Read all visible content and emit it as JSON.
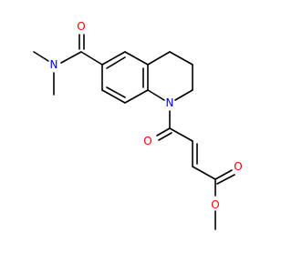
{
  "molecule": {
    "colors": {
      "bond": "#000000",
      "oxygen": "#ff0000",
      "nitrogen": "#0000ff",
      "background": "#ffffff"
    },
    "atoms": [
      {
        "id": "amide-o",
        "element": "O",
        "label": "O"
      },
      {
        "id": "amide-n",
        "element": "N",
        "label": "N"
      },
      {
        "id": "ring-n",
        "element": "N",
        "label": "N"
      },
      {
        "id": "ketone-o",
        "element": "O",
        "label": "O"
      },
      {
        "id": "ester-carbonyl-o",
        "element": "O",
        "label": "O"
      },
      {
        "id": "ester-o",
        "element": "O",
        "label": "O"
      }
    ]
  }
}
